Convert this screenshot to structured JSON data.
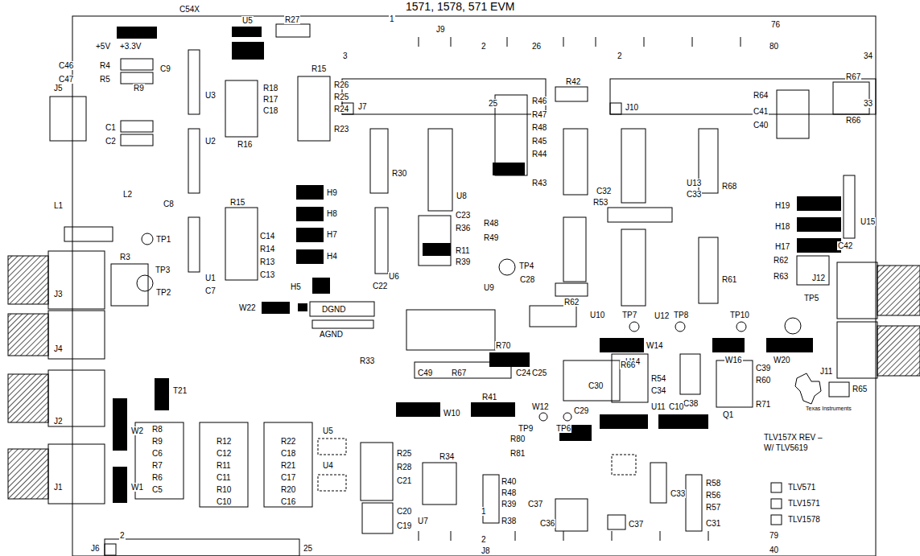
{
  "diagram": {
    "title": "1571, 1578, 571 EVM",
    "labels": [
      "C54X",
      "U5",
      "R27",
      "1",
      "J9",
      "76",
      "+5V",
      "+3.3V",
      "C46",
      "R4",
      "C47",
      "R5",
      "C9",
      "J5",
      "R9",
      "3",
      "2",
      "26",
      "2",
      "80",
      "34",
      "R15",
      "U3",
      "R18",
      "R17",
      "C18",
      "R26",
      "R25",
      "R24",
      "R23",
      "J7",
      "25",
      "R42",
      "J10",
      "R46",
      "R47",
      "R48",
      "R45",
      "R44",
      "R43",
      "33",
      "R64",
      "C41",
      "C40",
      "R67",
      "R66",
      "C1",
      "C2",
      "R16",
      "U2",
      "R30",
      "U8",
      "C23",
      "R36",
      "R11",
      "R39",
      "R48",
      "R49",
      "R53",
      "C32",
      "U13",
      "C33",
      "R68",
      "H19",
      "H18",
      "H17",
      "U15",
      "C42",
      "L1",
      "L2",
      "C8",
      "R15",
      "H9",
      "H8",
      "H7",
      "H4",
      "H5",
      "C14",
      "R14",
      "R13",
      "C13",
      "TP1",
      "TP3",
      "TP2",
      "R3",
      "U1",
      "C7",
      "J3",
      "TP4",
      "C28",
      "U9",
      "R62",
      "R61",
      "R62",
      "R63",
      "TP5",
      "J12",
      "C22",
      "U6",
      "W22",
      "DGND",
      "AGND",
      "U10",
      "TP7",
      "U12",
      "TP8",
      "TP10",
      "W14",
      "U14",
      "W16",
      "W20",
      "R70",
      "J4",
      "R33",
      "C49",
      "R67",
      "C24",
      "C25",
      "C30",
      "R66",
      "R54",
      "C34",
      "C38",
      "C39",
      "R60",
      "J11",
      "Q1",
      "R71",
      "R65",
      "TP9",
      "TP6",
      "W10",
      "R41",
      "W12",
      "C29",
      "U11",
      "C10",
      "TLV157X REV –",
      "W/ TLV5619",
      "Texas Instruments",
      "J2",
      "T21",
      "W2",
      "W1",
      "R8",
      "R9",
      "C6",
      "R7",
      "R6",
      "C5",
      "R12",
      "C12",
      "R11",
      "C11",
      "R10",
      "C10",
      "R22",
      "C18",
      "R21",
      "C17",
      "R20",
      "C16",
      "U5",
      "U4",
      "R25",
      "R28",
      "C21",
      "C20",
      "C19",
      "R34",
      "R80",
      "R81",
      "R40",
      "R48",
      "R39",
      "C37",
      "R38",
      "C36",
      "U7",
      "1",
      "C37",
      "C33",
      "R58",
      "R56",
      "R57",
      "C31",
      "TLV571",
      "TLV1571",
      "TLV1578",
      "79",
      "J1",
      "2",
      "J8",
      "40",
      "J6",
      "2",
      "25"
    ]
  }
}
